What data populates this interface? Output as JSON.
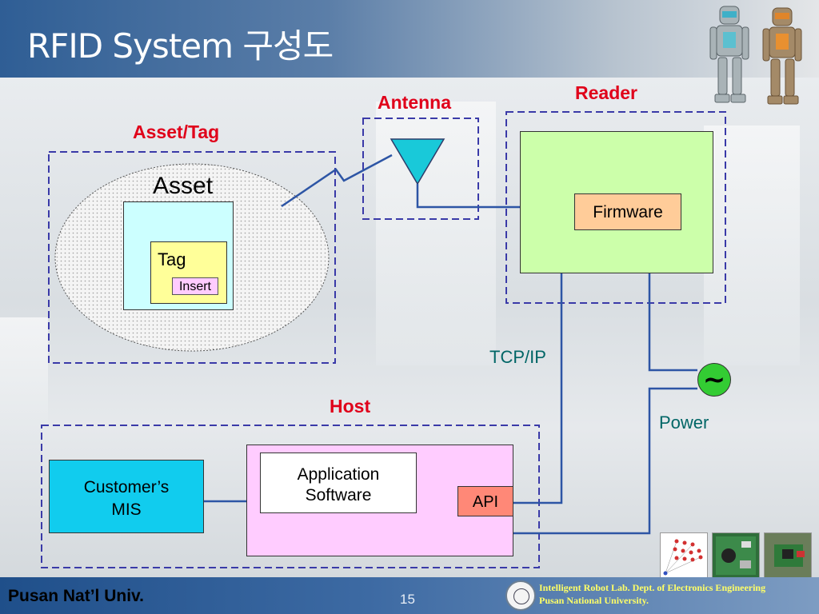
{
  "slide": {
    "title": "RFID System 구성도",
    "footer_left": "Pusan Nat’l Univ.",
    "page_number": "15",
    "footer_right_line1": "Intelligent Robot Lab. Dept. of Electronics Engineering",
    "footer_right_line2": "Pusan National  University."
  },
  "diagram": {
    "labels": {
      "asset_tag": "Asset/Tag",
      "antenna": "Antenna",
      "reader": "Reader",
      "host": "Host",
      "tcpip": "TCP/IP",
      "power": "Power"
    },
    "asset": "Asset",
    "tag": "Tag",
    "insert": "Insert",
    "firmware": "Firmware",
    "application_software": [
      "Application",
      "Software"
    ],
    "api": "API",
    "customers_mis": [
      "Customer’s",
      "MIS"
    ],
    "power_symbol": "~"
  },
  "colors": {
    "label_red": "#e0001a",
    "dashed_border": "#3a3aa8",
    "line_blue": "#2d55a5",
    "reader_fill": "#ccffaa",
    "firmware_fill": "#ffcc99",
    "host_fill": "#ffccff",
    "mis_fill": "#11ccee",
    "asset_fill": "#ccffff",
    "tag_fill": "#ffff99",
    "api_fill": "#ff8877",
    "power_fill": "#33cc33"
  }
}
